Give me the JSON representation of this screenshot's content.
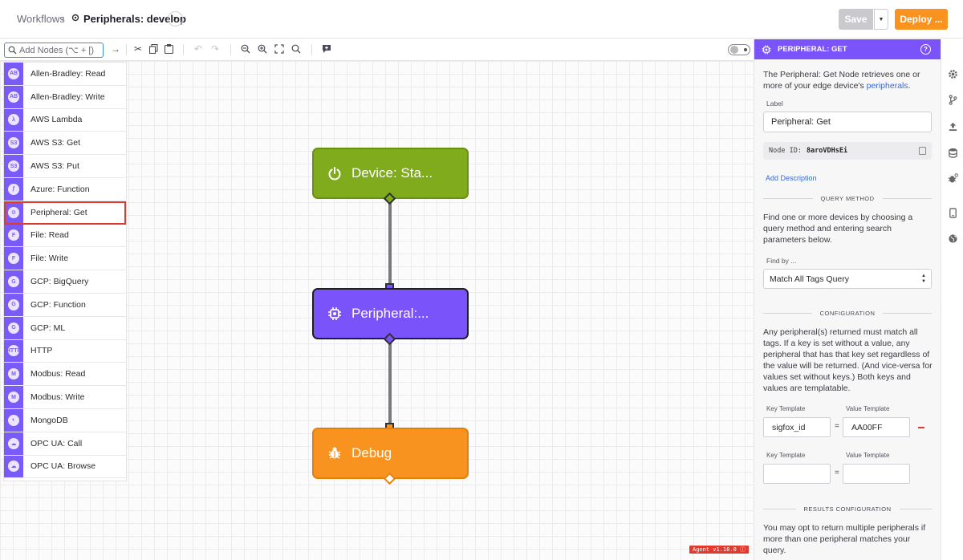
{
  "header": {
    "breadcrumb_root": "Workflows",
    "breadcrumb_separator": "›",
    "workflow_name": "Peripherals: develop",
    "save_label": "Save",
    "deploy_label": "Deploy ..."
  },
  "toolbar": {
    "search_placeholder": "Add Nodes (⌥ + [)",
    "icons": [
      "arrow-right-icon",
      "cut-icon",
      "copy-icon",
      "paste-icon",
      "undo-icon",
      "redo-icon",
      "zoom-out-icon",
      "zoom-in-icon",
      "fit-icon",
      "zoom-reset-icon",
      "comment-icon",
      "toggle"
    ]
  },
  "palette": {
    "items": [
      {
        "label": "Allen-Bradley: Read",
        "glyph": "AB"
      },
      {
        "label": "Allen-Bradley: Write",
        "glyph": "AB"
      },
      {
        "label": "AWS Lambda",
        "glyph": "λ"
      },
      {
        "label": "AWS S3: Get",
        "glyph": "S3"
      },
      {
        "label": "AWS S3: Put",
        "glyph": "S3"
      },
      {
        "label": "Azure: Function",
        "glyph": "ƒ"
      },
      {
        "label": "Peripheral: Get",
        "glyph": "⚙"
      },
      {
        "label": "File: Read",
        "glyph": "F"
      },
      {
        "label": "File: Write",
        "glyph": "F"
      },
      {
        "label": "GCP: BigQuery",
        "glyph": "G"
      },
      {
        "label": "GCP: Function",
        "glyph": "G"
      },
      {
        "label": "GCP: ML",
        "glyph": "G"
      },
      {
        "label": "HTTP",
        "glyph": "HTTP"
      },
      {
        "label": "Modbus: Read",
        "glyph": "M"
      },
      {
        "label": "Modbus: Write",
        "glyph": "M"
      },
      {
        "label": "MongoDB",
        "glyph": "◐"
      },
      {
        "label": "OPC UA: Call",
        "glyph": "☁"
      },
      {
        "label": "OPC UA: Browse",
        "glyph": "☁"
      }
    ],
    "selected_index": 6
  },
  "flow": {
    "nodes": [
      {
        "label": "Device: Sta...",
        "color": "#7fab1c",
        "icon": "power-icon"
      },
      {
        "label": "Peripheral:...",
        "color": "#7b53fb",
        "icon": "peripheral-chip-icon"
      },
      {
        "label": "Debug",
        "color": "#f7931e",
        "icon": "bug-icon"
      }
    ]
  },
  "agent_version": "Agent v1.18.0 ⓘ",
  "panel": {
    "title": "PERIPHERAL: GET",
    "description_prefix": "The Peripheral: Get Node retrieves one or more of your edge device's",
    "description_link": "peripherals",
    "description_suffix": ".",
    "label_caption": "Label",
    "label_value": "Peripheral: Get",
    "node_id_caption": "Node ID:",
    "node_id_value": "8aroVDHsEi",
    "add_description": "Add Description",
    "query_method_heading": "QUERY METHOD",
    "query_method_text": "Find one or more devices by choosing a query method and entering search parameters below.",
    "find_by_caption": "Find by ...",
    "find_by_value": "Match All Tags Query",
    "configuration_heading": "CONFIGURATION",
    "configuration_text": "Any peripheral(s) returned must match all tags. If a key is set without a value, any peripheral that has that key set regardless of the value will be returned. (And vice-versa for values set without keys.) Both keys and values are templatable.",
    "key_template_caption": "Key Template",
    "value_template_caption": "Value Template",
    "tag_rows": [
      {
        "key": "sigfox_id",
        "value": "AA00FF"
      },
      {
        "key": "",
        "value": ""
      }
    ],
    "equals": "=",
    "results_heading": "RESULTS CONFIGURATION",
    "results_text": "You may opt to return multiple peripherals if more than one peripheral matches your query."
  },
  "rail": {
    "icons": [
      "gear-icon",
      "branch-icon",
      "upload-icon",
      "database-icon",
      "bug-settings-icon",
      "device-icon",
      "globe-icon"
    ]
  },
  "colors": {
    "accent": "#7b53fb",
    "deploy": "#f7931e",
    "device_node": "#7fab1c",
    "highlight": "#e0392d"
  }
}
